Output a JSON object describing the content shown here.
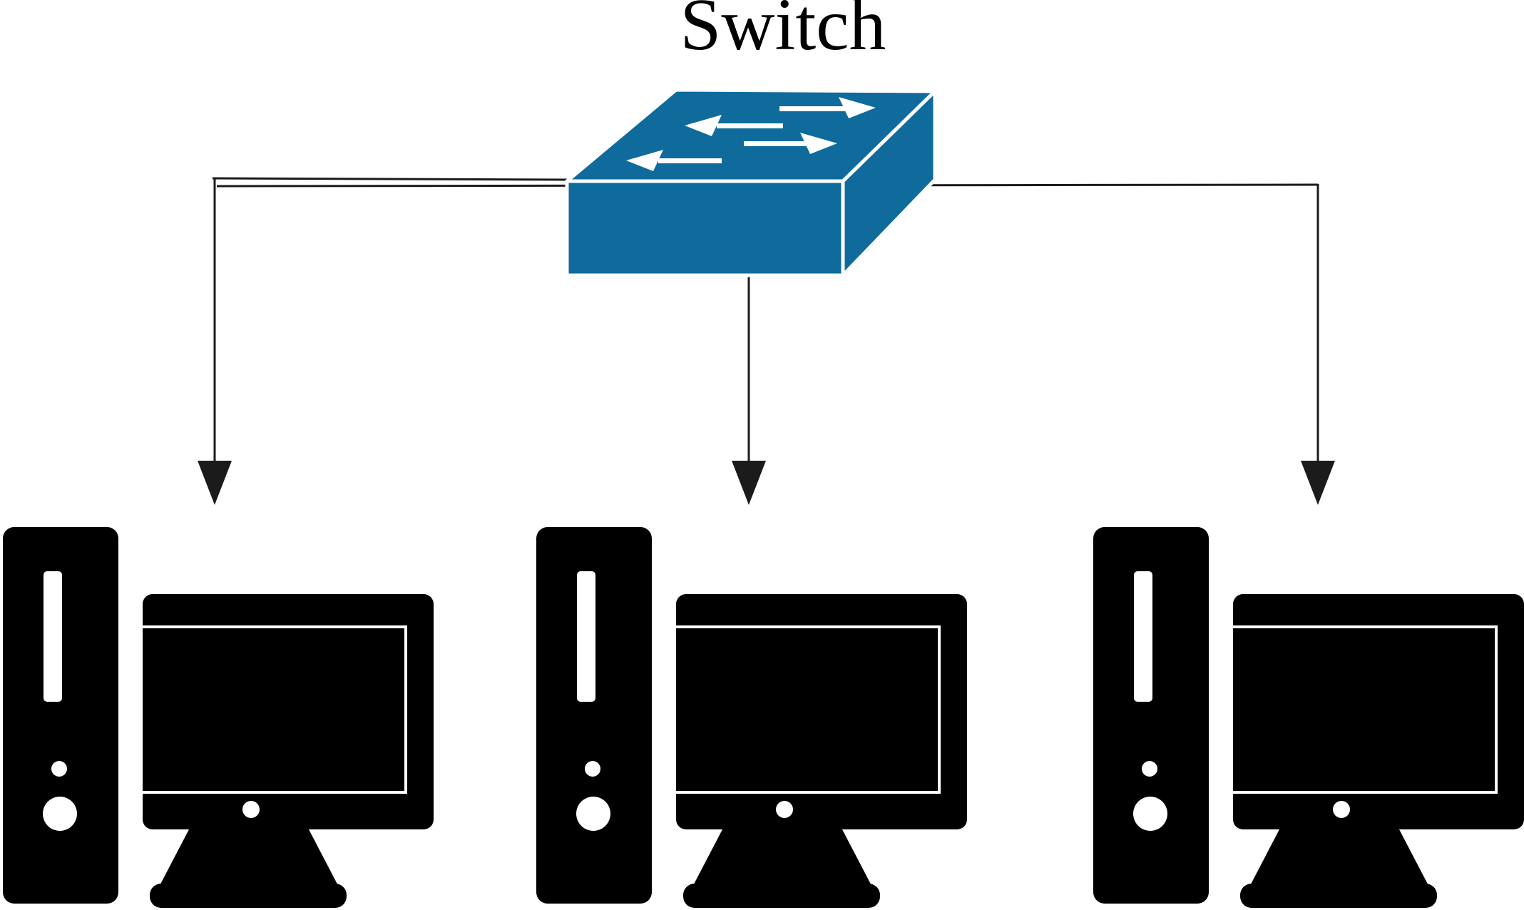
{
  "title": {
    "label": "Switch"
  },
  "colors": {
    "background": "#FFFFFF",
    "switch_blue": "#0E6B9C",
    "switch_arrow_white": "#FFFFFF",
    "line_black": "#1B1B1B",
    "icon_black": "#000000"
  },
  "diagram": {
    "type": "network-topology",
    "switch": {
      "id": "switch",
      "label": "Switch",
      "icon": "ethernet-switch-icon",
      "top_face_arrows": [
        "right",
        "left",
        "right",
        "left"
      ]
    },
    "computers": [
      {
        "id": "pc-1",
        "icon": "desktop-computer-icon"
      },
      {
        "id": "pc-2",
        "icon": "desktop-computer-icon"
      },
      {
        "id": "pc-3",
        "icon": "desktop-computer-icon"
      }
    ],
    "connections": [
      {
        "from": "switch",
        "to": "pc-1",
        "arrow": "down"
      },
      {
        "from": "switch",
        "to": "pc-2",
        "arrow": "down"
      },
      {
        "from": "switch",
        "to": "pc-3",
        "arrow": "down"
      }
    ]
  }
}
